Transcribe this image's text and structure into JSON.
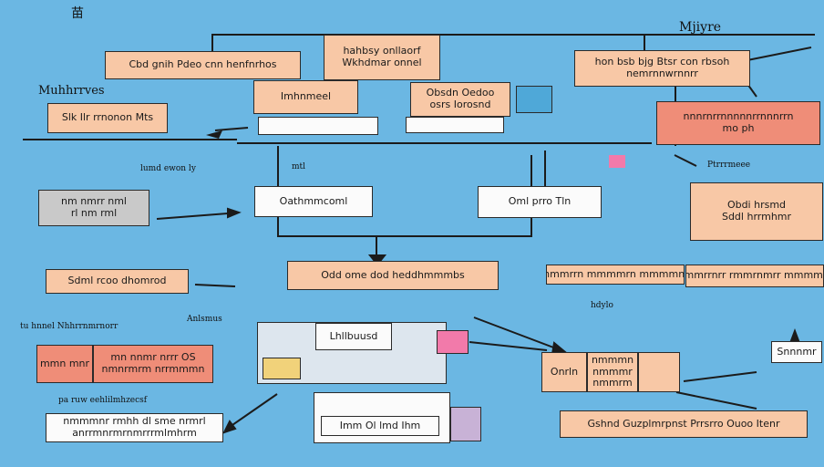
{
  "colors": {
    "background": "#6bb7e3",
    "peach": "#f8c8a6",
    "salmon": "#ef8d78",
    "line": "#1b1b1b",
    "pink": "#f27aaa"
  },
  "labels": {
    "corner_glyph": "苗",
    "title_right": "Mjiyre",
    "left_heading": "Muhhrrves",
    "left_small": "lumd ewon ly",
    "mid_small": "mtl",
    "right_small": "Ptrrrmeee",
    "mid_left_label": "tu hnnel Nhhrrnmrnorr",
    "mid_left_label2": "Anlsmus",
    "lower_left_label": "pa ruw eehlilmhzecsf",
    "right_mid_label": "hdylo"
  },
  "boxes": {
    "top_left_a": "Cbd gnih Pdeo cnn henfnrhos",
    "top_left_b": "Slk Ilr rrnonon Mts",
    "top_left_c": "Imhnmeel",
    "top_center": "hahbsy onllaorf\nWkhdmar onnel",
    "top_center_b": "Obsdn Oedoo\nosrs Iorosnd",
    "top_right": "hon bsb bjg Btsr con rbsoh\nnemrnnwrnnrr",
    "right_grid": "nnnrnrrnnnnnrrnnnrrn\nmo ph",
    "left_grey": "nm nmrr nml\nrl nm rml",
    "center_box": "Oathmmcoml",
    "center_right_box": "Oml prro Tln",
    "right_peach": "Obdi hrsmd\nSddl hrrmhmr",
    "mid_wide": "Odd ome dod heddhmmmbs",
    "left_mid": "Sdml rcoo dhomrod",
    "right_row_a": "rmmmrrn mmmmrn mmmmnm",
    "right_row_b": "rmmmrrnrr rmmrnmrr mmmmnm",
    "left_salmon_a": "mmn mnr",
    "left_salmon_b": "mn nnmr nrrr OS\nnmnrmrm nrrmmmn",
    "center_panel_title": "Lhllbuusd",
    "lower_right_grid_a": "Onrln",
    "lower_right_grid_b": "nmmmn\nnmmmr\nnmmrm",
    "bottom_left": "nmmmnr rmhh dl sme nrmrl\nanrrmnrmrnmrrrmlmhrm",
    "bottom_center": "Imm Ol lmd Ihm",
    "bottom_right": "Gshnd Guzplmrpnst Prrsrro Ouoo Itenr",
    "far_right": "Snnnmr"
  }
}
